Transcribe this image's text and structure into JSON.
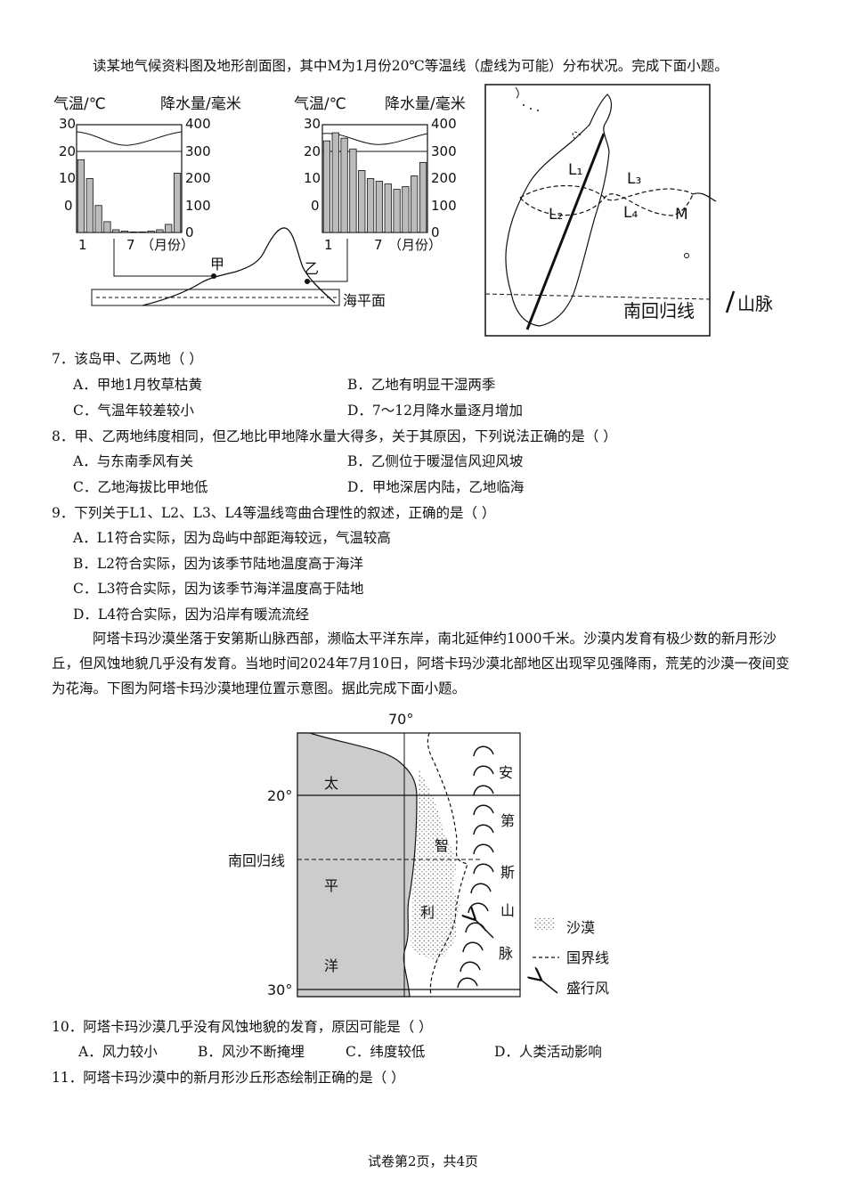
{
  "intro1": "读某地气候资料图及地形剖面图，其中M为1月份20℃等温线（虚线为可能）分布状况。完成下面小题。",
  "fig1": {
    "left_chart": {
      "temp_label": "气温/℃",
      "precip_label": "降水量/毫米"
    },
    "right_chart": {
      "temp_label": "气温/℃",
      "precip_label": "降水量/毫米"
    },
    "temp_ticks": [
      "30",
      "20",
      "10",
      "0"
    ],
    "precip_ticks": [
      "400",
      "300",
      "200",
      "100",
      "0"
    ],
    "x_tick_1": "1",
    "x_tick_7": "7",
    "x_unit": "（月份）",
    "jia": "甲",
    "yi": "乙",
    "sea_level": "海平面",
    "left_precip": [
      270,
      200,
      100,
      40,
      10,
      5,
      2,
      2,
      5,
      10,
      30,
      220
    ],
    "right_precip": [
      340,
      370,
      350,
      310,
      230,
      200,
      190,
      180,
      160,
      170,
      210,
      260
    ]
  },
  "map1": {
    "L1": "L₁",
    "L2": "L₂",
    "L3": "L₃",
    "L4": "L₄",
    "M": "M",
    "tropic": "南回归线",
    "legend_mountain": "山脉"
  },
  "q7": {
    "stem": "7．该岛甲、乙两地（    ）",
    "A": "A．甲地1月牧草枯黄",
    "B": "B．乙地有明显干湿两季",
    "C": "C．气温年较差较小",
    "D": "D．7～12月降水量逐月增加"
  },
  "q8": {
    "stem": "8．甲、乙两地纬度相同，但乙地比甲地降水量大得多，关于其原因，下列说法正确的是（    ）",
    "A": "A．与东南季风有关",
    "B": "B．乙侧位于暖湿信风迎风坡",
    "C": "C．乙地海拔比甲地低",
    "D": "D．甲地深居内陆，乙地临海"
  },
  "q9": {
    "stem": "9．下列关于L1、L2、L3、L4等温线弯曲合理性的叙述，正确的是（    ）",
    "A": "A．L1符合实际，因为岛屿中部距海较远，气温较高",
    "B": "B．L2符合实际，因为该季节陆地温度高于海洋",
    "C": "C．L3符合实际，因为该季节海洋温度高于陆地",
    "D": "D．L4符合实际，因为沿岸有暖流流经"
  },
  "intro2": "阿塔卡玛沙漠坐落于安第斯山脉西部，濒临太平洋东岸，南北延伸约1000千米。沙漠内发育有极少数的新月形沙丘，但风蚀地貌几乎没有发育。当地时间2024年7月10日，阿塔卡玛沙漠北部地区出现罕见强降雨，荒芜的沙漠一夜间变为花海。下图为阿塔卡玛沙漠地理位置示意图。据此完成下面小题。",
  "map2": {
    "lon70": "70°",
    "lat20": "20°",
    "lat30": "30°",
    "tropic": "南回归线",
    "ocean": [
      "太",
      "平",
      "洋"
    ],
    "chile": [
      "智",
      "利"
    ],
    "andes": [
      "安",
      "第",
      "斯",
      "山",
      "脉"
    ],
    "legend_desert": "沙漠",
    "legend_border": "国界线",
    "legend_wind": "盛行风"
  },
  "q10": {
    "stem": "10．阿塔卡玛沙漠几乎没有风蚀地貌的发育，原因可能是（    ）",
    "A": "A．风力较小",
    "B": "B．风沙不断掩埋",
    "C": "C．纬度较低",
    "D": "D．人类活动影响"
  },
  "q11": {
    "stem": "11．阿塔卡玛沙漠中的新月形沙丘形态绘制正确的是（    ）"
  },
  "footer": "试卷第2页，共4页"
}
